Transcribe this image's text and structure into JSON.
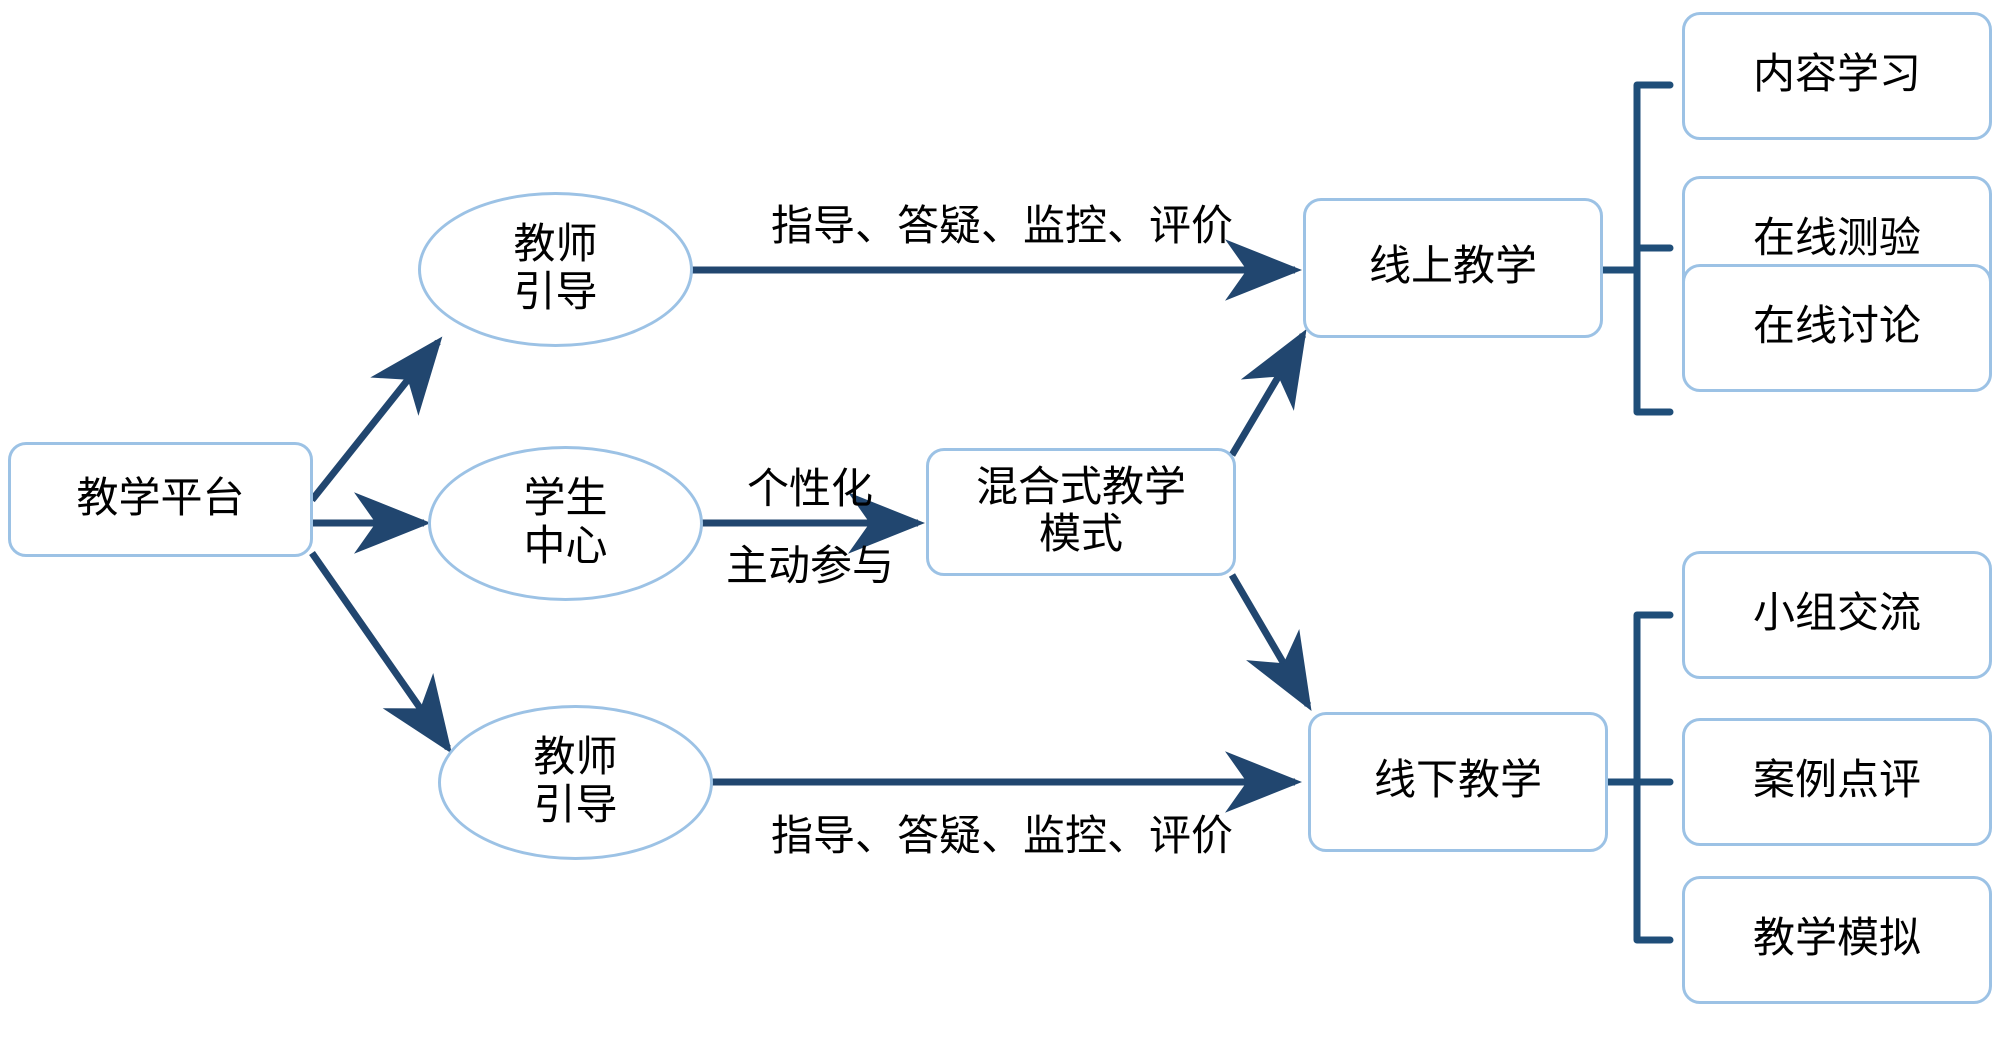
{
  "diagram": {
    "title": "混合式教学模式流程图",
    "colors": {
      "node_border": "#9CC2E5",
      "node_fill": "#FFFFFF",
      "connector": "#1F4E79",
      "arrow": "#21466F",
      "text": "#000000"
    },
    "nodes": {
      "platform": {
        "label": "教学平台",
        "shape": "box"
      },
      "teacher_guide_top": {
        "label": "教师\n引导",
        "shape": "ellipse"
      },
      "student_center": {
        "label": "学生\n中心",
        "shape": "ellipse"
      },
      "teacher_guide_bottom": {
        "label": "教师\n引导",
        "shape": "ellipse"
      },
      "blended_mode": {
        "label": "混合式教学\n模式",
        "shape": "box"
      },
      "online_teaching": {
        "label": "线上教学",
        "shape": "box"
      },
      "offline_teaching": {
        "label": "线下教学",
        "shape": "box"
      }
    },
    "online_children": [
      {
        "label": "内容学习"
      },
      {
        "label": "在线测验"
      },
      {
        "label": "在线讨论"
      }
    ],
    "offline_children": [
      {
        "label": "小组交流"
      },
      {
        "label": "案例点评"
      },
      {
        "label": "教学模拟"
      }
    ],
    "edge_labels": {
      "top_guidance": "指导、答疑、监控、评价",
      "personalized": "个性化",
      "active_participation": "主动参与",
      "bottom_guidance": "指导、答疑、监控、评价"
    }
  }
}
